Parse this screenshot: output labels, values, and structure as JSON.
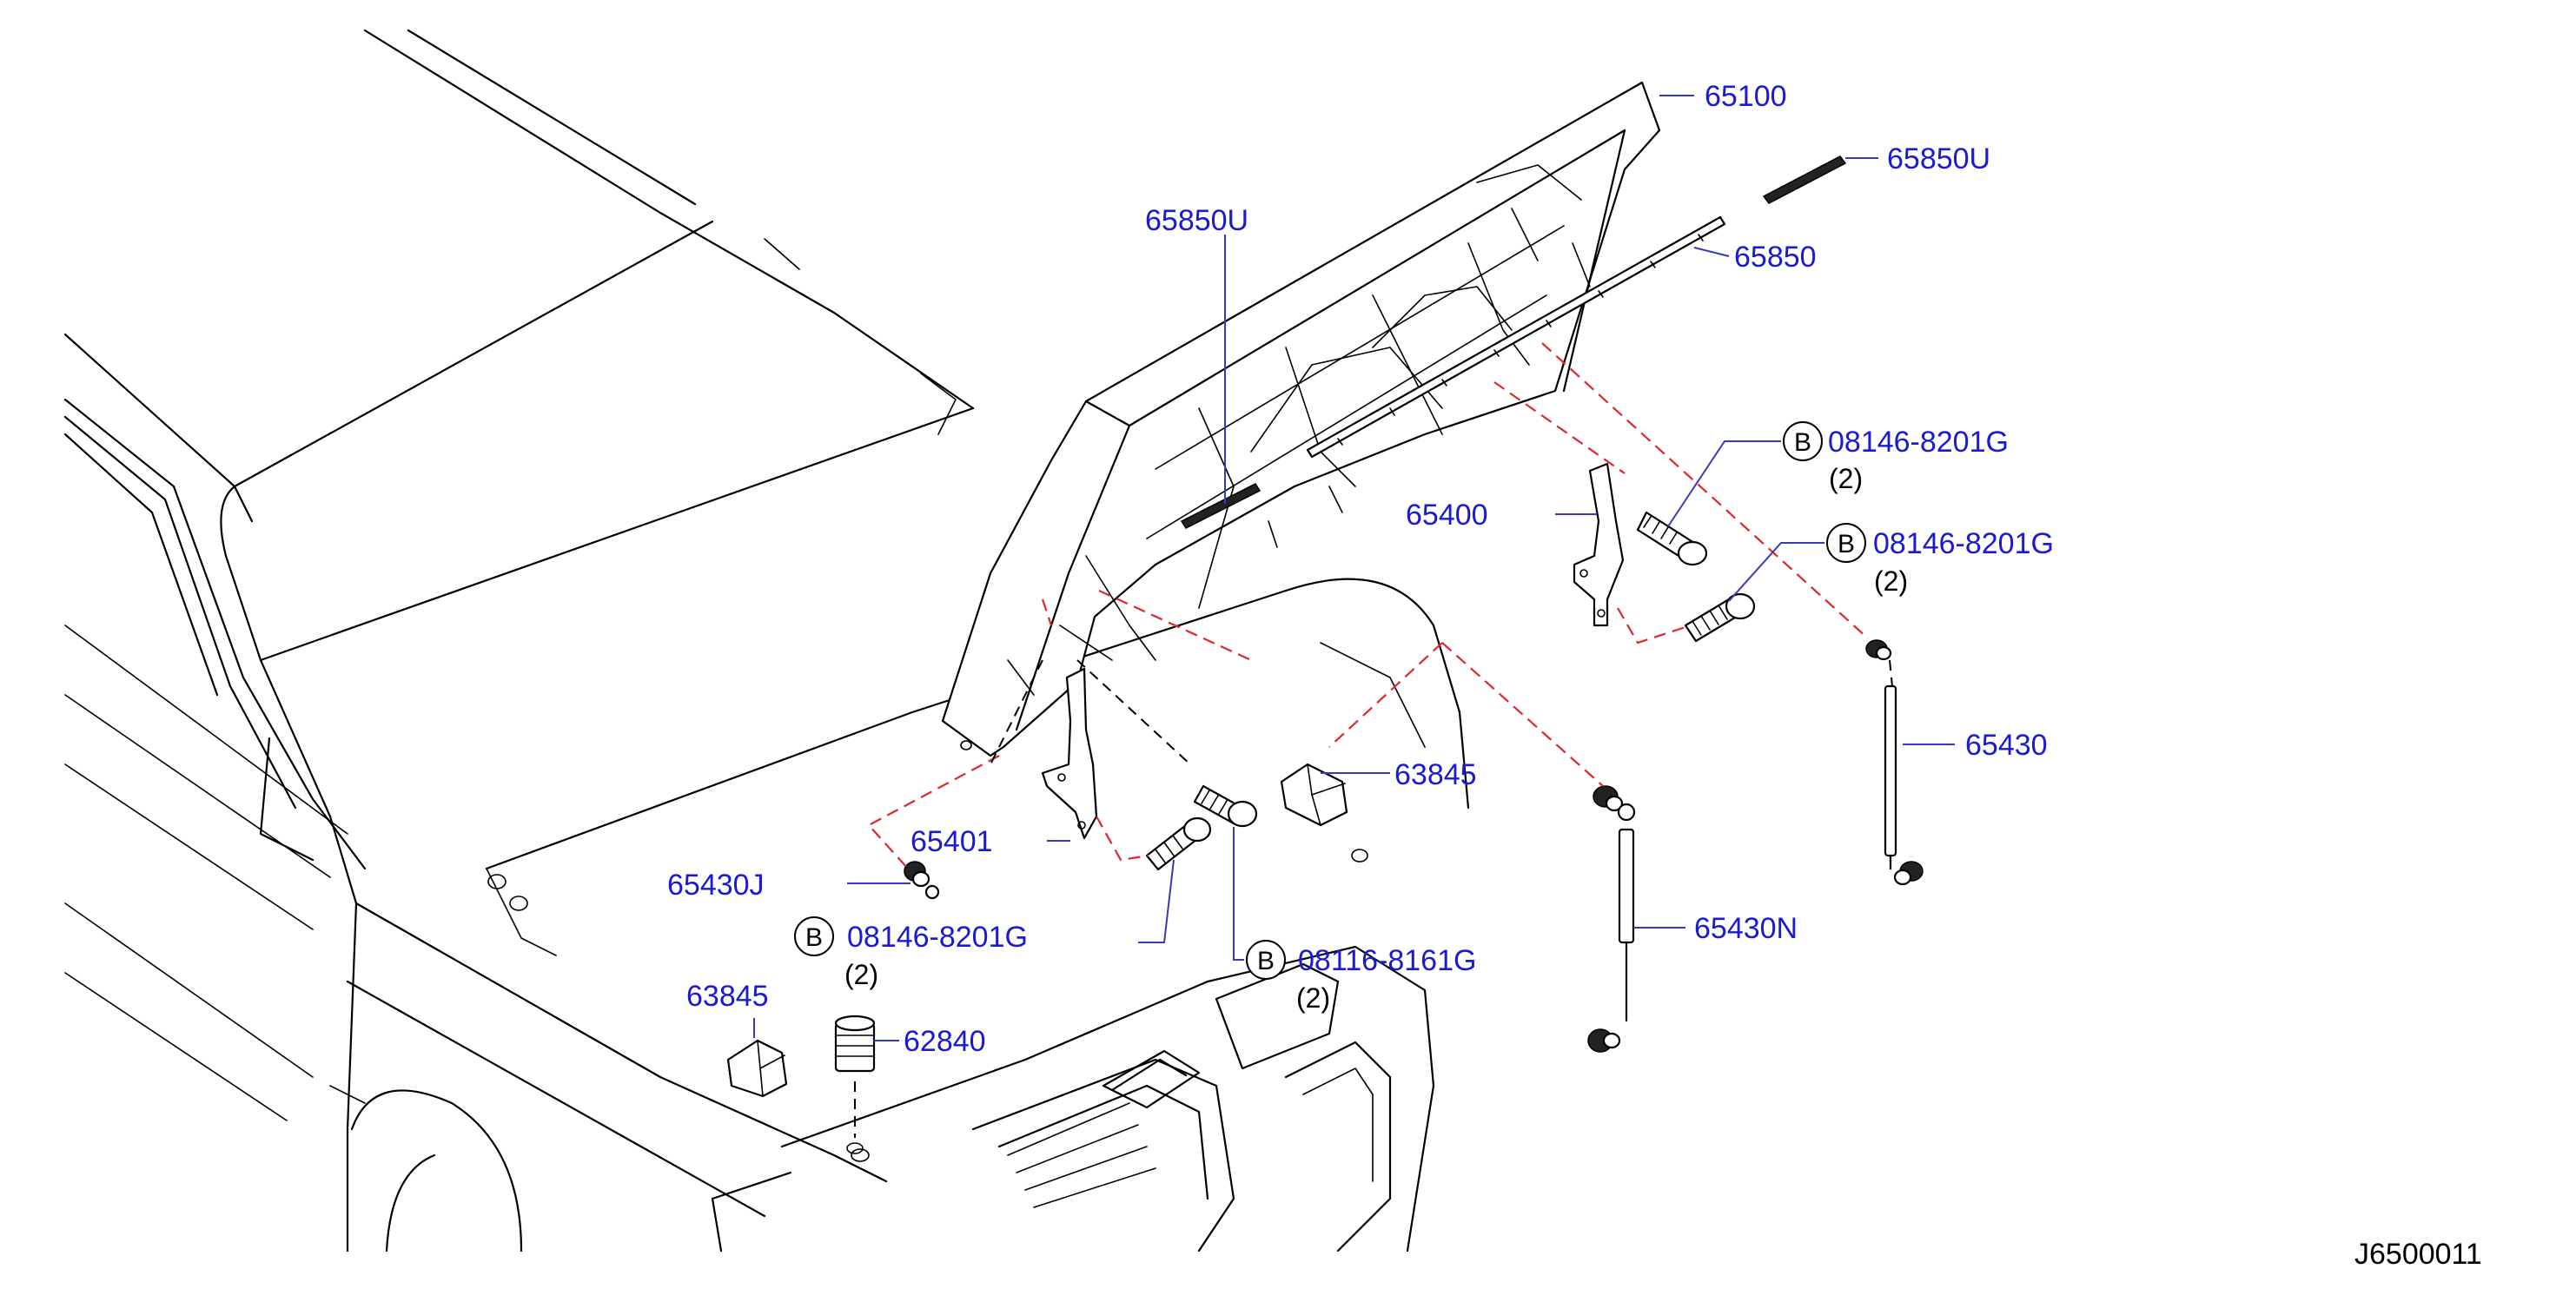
{
  "colors": {
    "part_number": "#1a1ad2",
    "reference_line": "#e0262a",
    "leader": "#3a3ab4",
    "ink": "#000000"
  },
  "callouts": {
    "hood": "65100",
    "hood_seal_upper": "65850U",
    "hood_seal_left": "65850U",
    "hood_seal": "65850",
    "hinge_right": "65400",
    "hinge_left": "65401",
    "bolt_hinge_right_a": {
      "badge": "B",
      "part": "08146-8201G",
      "qty": "(2)"
    },
    "bolt_hinge_right_b": {
      "badge": "B",
      "part": "08146-8201G",
      "qty": "(2)"
    },
    "bolt_hinge_left": {
      "badge": "B",
      "part": "08146-8201G",
      "qty": "(2)"
    },
    "bolt_lower": {
      "badge": "B",
      "part": "08116-8161G",
      "qty": "(2)"
    },
    "stay_right": "65430",
    "stay_center": "65430N",
    "stay_ball_left": "65430J",
    "bumper_rubber_right": "63845",
    "bumper_rubber_left": "63845",
    "buffer": "62840"
  },
  "figure_code": "J6500011"
}
